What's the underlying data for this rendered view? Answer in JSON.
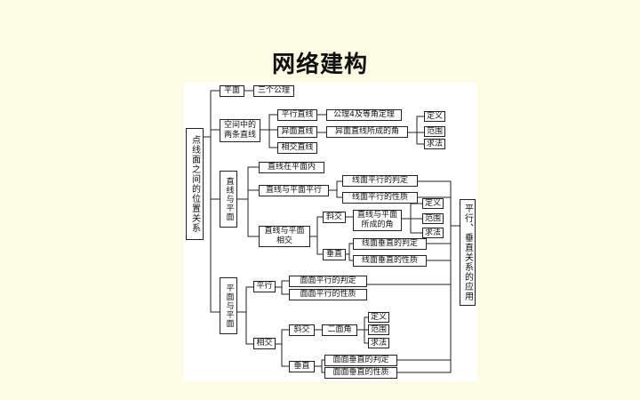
{
  "title": "网络建构",
  "diagram": {
    "root": "点线面之间的位置关系",
    "right_root": "平行、垂直关系的应用",
    "branches": {
      "plane": "平面",
      "plane_children": {
        "axioms": "三个公理"
      },
      "lines": "空间中的两条直线",
      "lines_children": {
        "parallel": "平行直线",
        "parallel_next": "公理4及等角定理",
        "skew": "异面直线",
        "skew_next": "异面直线所成的角",
        "skew_leaves": [
          "定义",
          "范围",
          "求法"
        ],
        "intersect": "相交直线"
      },
      "line_plane": "直线与平面",
      "line_plane_children": {
        "in_plane": "直线在平面内",
        "parallel": "直线与平面平行",
        "parallel_leaves": [
          "线面平行的判定",
          "线面平行的性质"
        ],
        "intersect": "直线与平面相交",
        "oblique": "斜交",
        "oblique_next": "直线与平面所成的角",
        "oblique_leaves": [
          "定义",
          "范围",
          "求法"
        ],
        "perp": "垂直",
        "perp_leaves": [
          "线面垂直的判定",
          "线面垂直的性质"
        ]
      },
      "plane_plane": "平面与平面",
      "plane_plane_children": {
        "parallel": "平行",
        "parallel_leaves": [
          "面面平行的判定",
          "面面平行的性质"
        ],
        "intersect": "相交",
        "oblique": "斜交",
        "oblique_next": "二面角",
        "oblique_leaves": [
          "定义",
          "范围",
          "求法"
        ],
        "perp": "垂直",
        "perp_leaves": [
          "面面垂直的判定",
          "面面垂直的性质"
        ]
      }
    }
  }
}
